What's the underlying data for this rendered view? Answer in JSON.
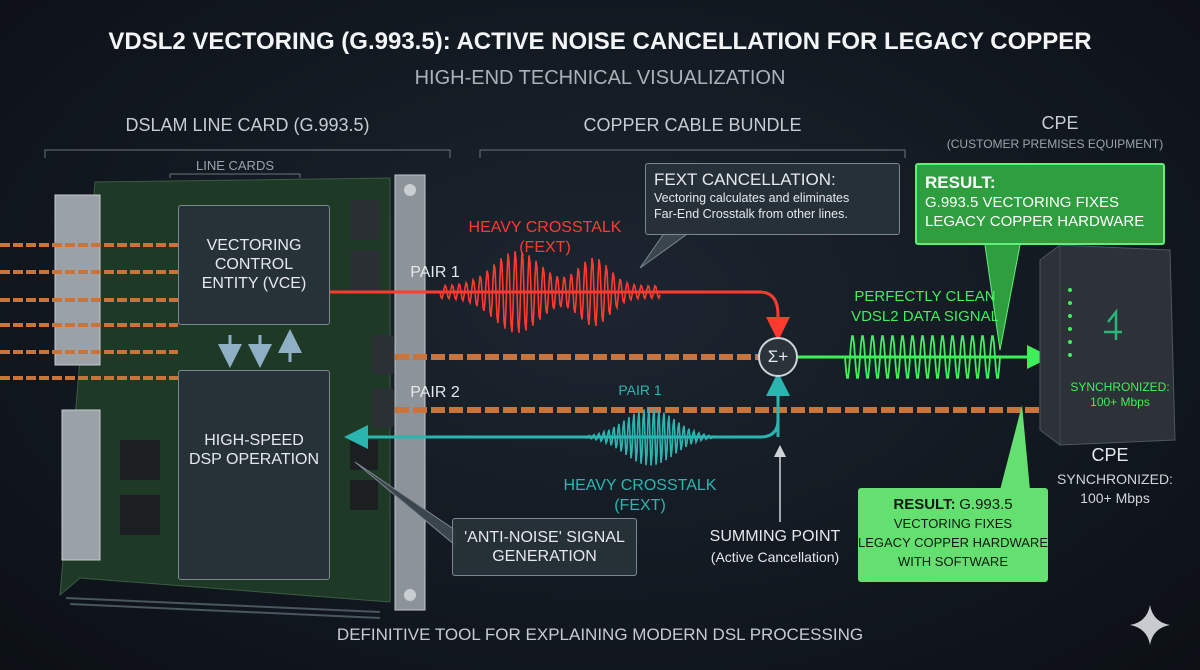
{
  "header": {
    "title": "VDSL2 VECTORING (G.993.5): ACTIVE NOISE CANCELLATION FOR LEGACY COPPER",
    "subtitle": "HIGH-END TECHNICAL VISUALIZATION"
  },
  "sections": {
    "dslam": "DSLAM LINE CARD (G.993.5)",
    "line_cards": "LINE CARDS",
    "copper": "COPPER CABLE BUNDLE",
    "cpe": "CPE",
    "cpe_full": "(CUSTOMER PREMISES EQUIPMENT)"
  },
  "dslam": {
    "vce": "VECTORING CONTROL ENTITY (VCE)",
    "dsp": "HIGH-SPEED DSP OPERATION"
  },
  "signals": {
    "pair1": "PAIR 1",
    "pair2": "PAIR 2",
    "crosstalk_red": "HEAVY CROSSTALK",
    "fext_red": "(FEXT)",
    "pair1_teal": "PAIR 1",
    "crosstalk_teal": "HEAVY CROSSTALK",
    "fext_teal": "(FEXT)",
    "clean_1": "PERFECTLY CLEAN",
    "clean_2": "VDSL2 DATA SIGNAL",
    "sum_symbol": "Σ+"
  },
  "callouts": {
    "fext_title": "FEXT CANCELLATION:",
    "fext_1": "Vectoring calculates and eliminates",
    "fext_2": "Far-End Crosstalk from other lines.",
    "result_title": "RESULT:",
    "result_1": "G.993.5 VECTORING FIXES",
    "result_2": "LEGACY COPPER HARDWARE",
    "anti_noise_1": "'ANTI-NOISE' SIGNAL",
    "anti_noise_2": "GENERATION",
    "summing_1": "SUMMING POINT",
    "summing_2": "(Active Cancellation)",
    "result2_title": "RESULT:",
    "result2_0": "G.993.5",
    "result2_1": "VECTORING FIXES",
    "result2_2": "LEGACY COPPER HARDWARE",
    "result2_3": "WITH SOFTWARE"
  },
  "cpe": {
    "screen_1": "SYNCHRONIZED:",
    "screen_2": "100+ Mbps",
    "label": "CPE",
    "status_1": "SYNCHRONIZED:",
    "status_2": "100+ Mbps"
  },
  "footer": "DEFINITIVE TOOL FOR EXPLAINING MODERN DSL PROCESSING",
  "colors": {
    "red": "#ff3b30",
    "teal": "#2bb5b0",
    "green": "#3df05a",
    "copper": "#c8743a"
  }
}
